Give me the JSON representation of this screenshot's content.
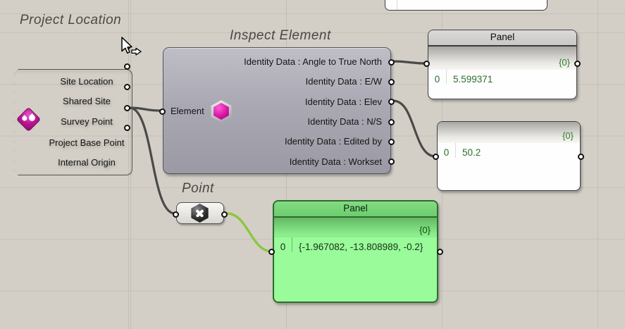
{
  "project_location": {
    "title": "Project Location",
    "outputs": [
      "Site Location",
      "Shared Site",
      "Survey Point",
      "Project Base Point",
      "Internal Origin"
    ]
  },
  "inspect_element": {
    "title": "Inspect Element",
    "input_label": "Element",
    "outputs": [
      "Identity Data : Angle to True North",
      "Identity Data : E/W",
      "Identity Data : Elev",
      "Identity Data : N/S",
      "Identity Data : Edited by",
      "Identity Data : Workset"
    ]
  },
  "point_param": {
    "title": "Point"
  },
  "panel_angle": {
    "title": "Panel",
    "path": "{0}",
    "row": {
      "index": "0",
      "value": "5.599371"
    }
  },
  "panel_elev": {
    "path": "{0}",
    "row": {
      "index": "0",
      "value": "50.2"
    }
  },
  "panel_point": {
    "title": "Panel",
    "path": "{0}",
    "row": {
      "index": "0",
      "value": "{-1.967082, -13.808989, -0.2}"
    }
  },
  "colors": {
    "canvas_bg": "#d3cfc7",
    "grid_line": "#c6c2ba",
    "component_fill": "#aaa9b3",
    "selected_fill": "#99fb99",
    "selected_header": "#76d576",
    "panel_value_green": "#2b6f2e",
    "wire": "#4a4a48",
    "wire_selected": "#8cc63f",
    "icon_magenta": "#c0119b"
  }
}
